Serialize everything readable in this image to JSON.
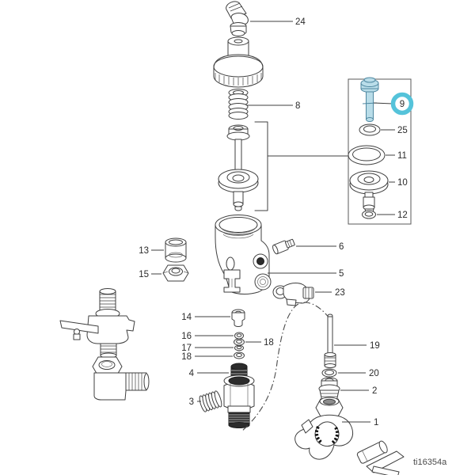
{
  "figure": {
    "code": "ti16354a"
  },
  "colors": {
    "line": "#3f3f3f",
    "highlight_ring": "#55c3da",
    "highlight_fill": "#b9dde9",
    "highlight_stroke": "#4e87a0",
    "label_text": "#2b2b2b"
  },
  "highlighted_callout": "9",
  "callouts": {
    "n1": "1",
    "n2": "2",
    "n3": "3",
    "n4": "4",
    "n5": "5",
    "n6": "6",
    "n8": "8",
    "n9": "9",
    "n10": "10",
    "n11": "11",
    "n12": "12",
    "n13": "13",
    "n14": "14",
    "n15": "15",
    "n16": "16",
    "n17": "17",
    "n18a": "18",
    "n18b": "18",
    "n19": "19",
    "n20": "20",
    "n23": "23",
    "n24": "24",
    "n25": "25"
  }
}
